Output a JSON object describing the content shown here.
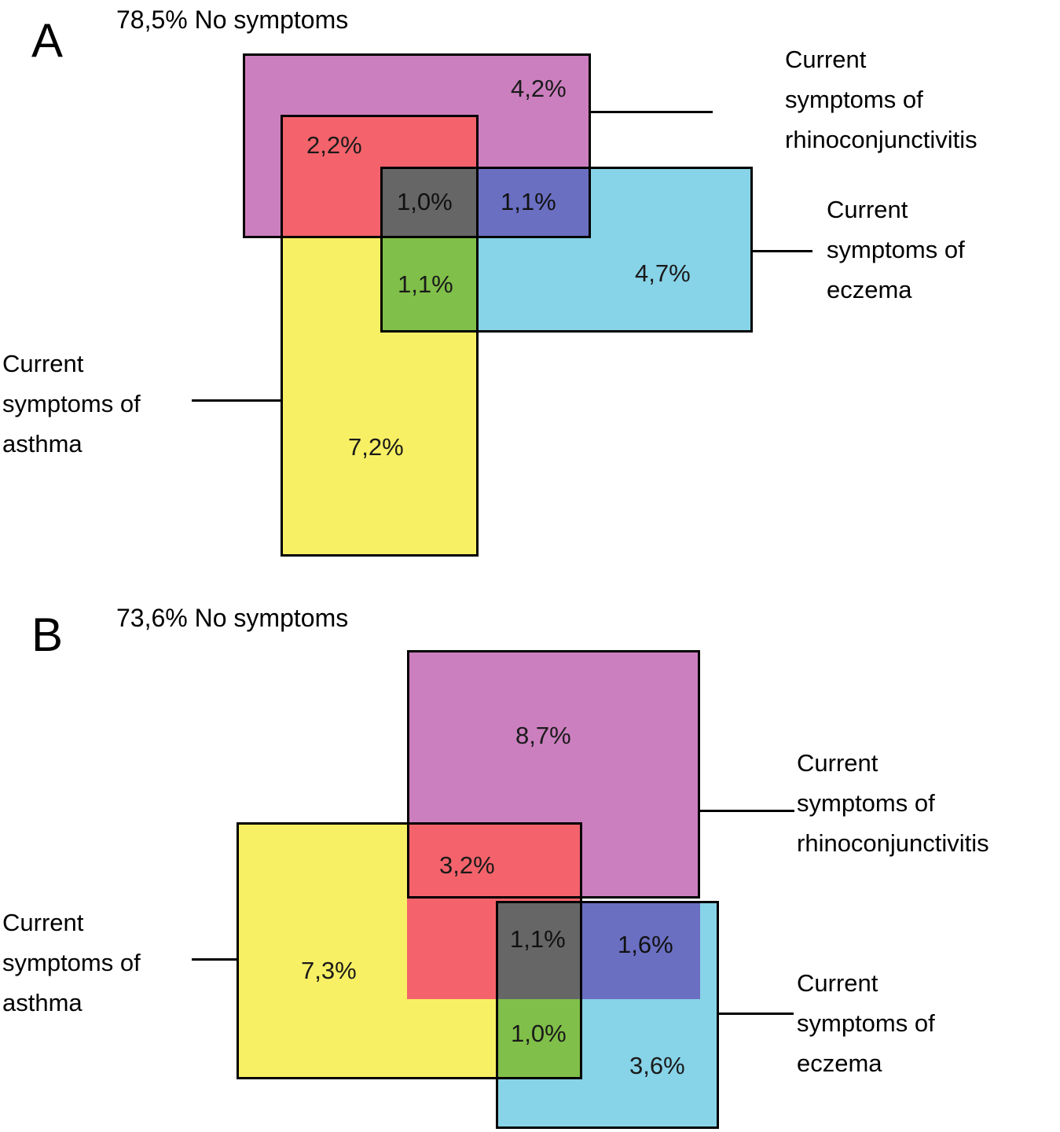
{
  "figure": {
    "type": "euler-venn-rectangles",
    "panels": [
      {
        "letter": "A",
        "no_symptoms": "78,5% No symptoms",
        "regions": [
          {
            "key": "rhino_only",
            "value": "4,2%",
            "color": "#cc7fbf"
          },
          {
            "key": "rhino_asthma",
            "value": "2,2%",
            "color": "#f4636b"
          },
          {
            "key": "all_three",
            "value": "1,0%",
            "color": "#666666"
          },
          {
            "key": "rhino_eczema",
            "value": "1,1%",
            "color": "#6a6fc2"
          },
          {
            "key": "asthma_eczema",
            "value": "1,1%",
            "color": "#80bf49"
          },
          {
            "key": "eczema_only",
            "value": "4,7%",
            "color": "#87d3e8"
          },
          {
            "key": "asthma_only",
            "value": "7,2%",
            "color": "#f8f064"
          }
        ],
        "labels": {
          "rhinoconjunctivitis": [
            "Current",
            "symptoms of",
            "rhinoconjunctivitis"
          ],
          "eczema": [
            "Current",
            "symptoms of",
            "eczema"
          ],
          "asthma": [
            "Current",
            "symptoms of",
            "asthma"
          ]
        }
      },
      {
        "letter": "B",
        "no_symptoms": "73,6% No symptoms",
        "regions": [
          {
            "key": "rhino_only",
            "value": "8,7%",
            "color": "#cc7fbf"
          },
          {
            "key": "rhino_asthma",
            "value": "3,2%",
            "color": "#f4636b"
          },
          {
            "key": "all_three",
            "value": "1,1%",
            "color": "#666666"
          },
          {
            "key": "rhino_eczema",
            "value": "1,6%",
            "color": "#6a6fc2"
          },
          {
            "key": "asthma_eczema",
            "value": "1,0%",
            "color": "#80bf49"
          },
          {
            "key": "eczema_only",
            "value": "3,6%",
            "color": "#87d3e8"
          },
          {
            "key": "asthma_only",
            "value": "7,3%",
            "color": "#f8f064"
          }
        ],
        "labels": {
          "rhinoconjunctivitis": [
            "Current",
            "symptoms of",
            "rhinoconjunctivitis"
          ],
          "eczema": [
            "Current",
            "symptoms of",
            "eczema"
          ],
          "asthma": [
            "Current",
            "symptoms of",
            "asthma"
          ]
        }
      }
    ]
  }
}
